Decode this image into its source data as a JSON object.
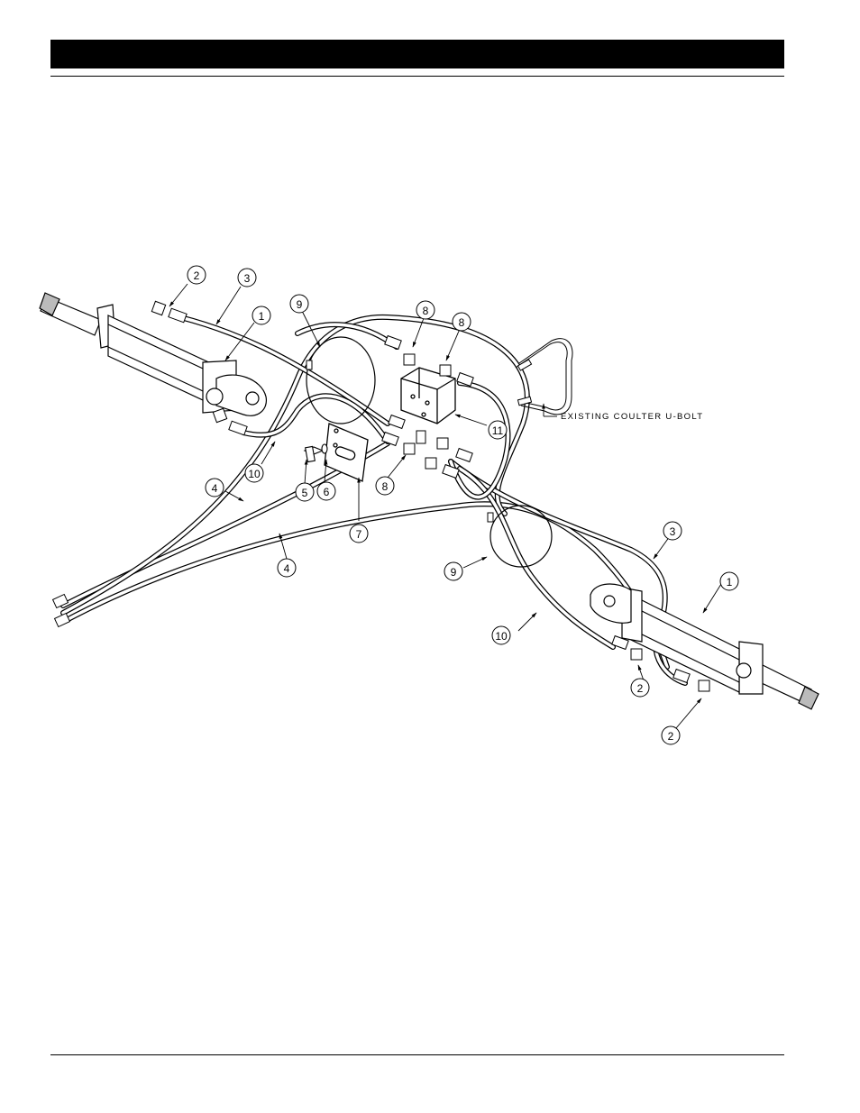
{
  "diagram": {
    "callouts": [
      "1",
      "1",
      "2",
      "2",
      "2",
      "3",
      "3",
      "4",
      "4",
      "5",
      "6",
      "7",
      "8",
      "8",
      "8",
      "9",
      "9",
      "10",
      "10",
      "11"
    ],
    "note": "EXISTING COULTER U-BOLT"
  }
}
